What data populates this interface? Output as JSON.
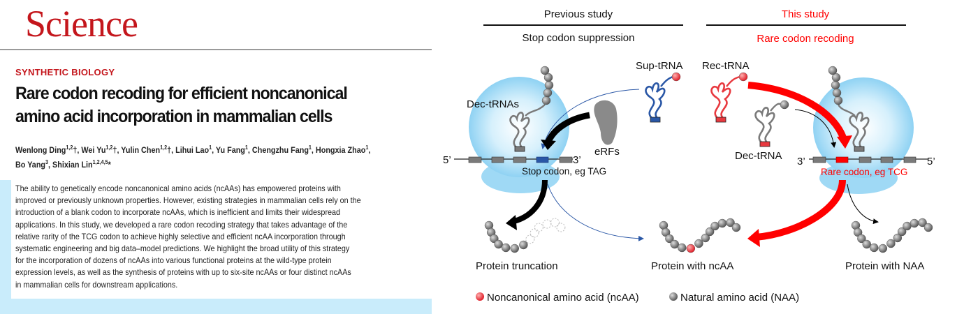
{
  "journal": {
    "logo_text": "Science"
  },
  "article": {
    "section": "SYNTHETIC BIOLOGY",
    "title_lines": [
      "Rare codon recoding for efficient noncanonical",
      "amino acid incorporation in mammalian cells"
    ],
    "authors_line1": [
      {
        "name": "Wenlong Ding",
        "sup": "1,2",
        "mark": "†, "
      },
      {
        "name": "Wei Yu",
        "sup": "1,2",
        "mark": "†, "
      },
      {
        "name": "Yulin Chen",
        "sup": "1,2",
        "mark": "†, "
      },
      {
        "name": "Lihui Lao",
        "sup": "1",
        "mark": ", "
      },
      {
        "name": "Yu Fang",
        "sup": "1",
        "mark": ", "
      },
      {
        "name": "Chengzhu Fang",
        "sup": "1",
        "mark": ", "
      },
      {
        "name": "Hongxia Zhao",
        "sup": "1",
        "mark": ","
      }
    ],
    "authors_line2": [
      {
        "name": "Bo Yang",
        "sup": "3",
        "mark": ", "
      },
      {
        "name": "Shixian Lin",
        "sup": "1,2,4,5",
        "mark": "*"
      }
    ],
    "abstract_lines": [
      "The ability to genetically encode noncanonical amino acids (ncAAs) has empowered proteins with",
      "improved or previously unknown properties. However, existing strategies in mammalian cells rely on the",
      "introduction of a blank codon to incorporate ncAAs, which is inefficient and limits their widespread",
      "applications. In this study, we developed a rare codon recoding strategy that takes advantage of the",
      "relative rarity of the TCG codon to achieve highly selective and efficient ncAA incorporation through",
      "systematic engineering and big data–model predictions. We highlight the broad utility of this strategy",
      "for the incorporation of dozens of ncAAs into various functional proteins at the wild-type protein",
      "expression levels, as well as the synthesis of proteins with up to six-site ncAAs or four distinct ncAAs",
      "in mammalian cells for downstream applications."
    ]
  },
  "figure": {
    "previous": {
      "header": "Previous study",
      "subheader": "Stop codon suppression"
    },
    "this": {
      "header": "This study",
      "subheader": "Rare codon recoding"
    },
    "labels": {
      "dec_trnas": "Dec-tRNAs",
      "sup_trna": "Sup-tRNA",
      "rec_trna": "Rec-tRNA",
      "dec_trna": "Dec-tRNA",
      "erfs": "eRFs",
      "five_prime": "5’",
      "three_prime": "3’",
      "stop_codon": "Stop codon, eg TAG",
      "rare_codon": "Rare codon, eg TCG",
      "protein_truncation": "Protein truncation",
      "protein_ncaa": "Protein with ncAA",
      "protein_naa": "Protein with NAA"
    },
    "legend": [
      {
        "label": "Noncanonical amino acid (ncAA)",
        "color": "#e8393f"
      },
      {
        "label": "Natural amino acid (NAA)",
        "color": "#808080"
      }
    ],
    "colors": {
      "red": "#ff0000",
      "blue": "#2a57a6",
      "ribosome": "#9fd9f5",
      "gray": "#7a7a7a"
    }
  }
}
